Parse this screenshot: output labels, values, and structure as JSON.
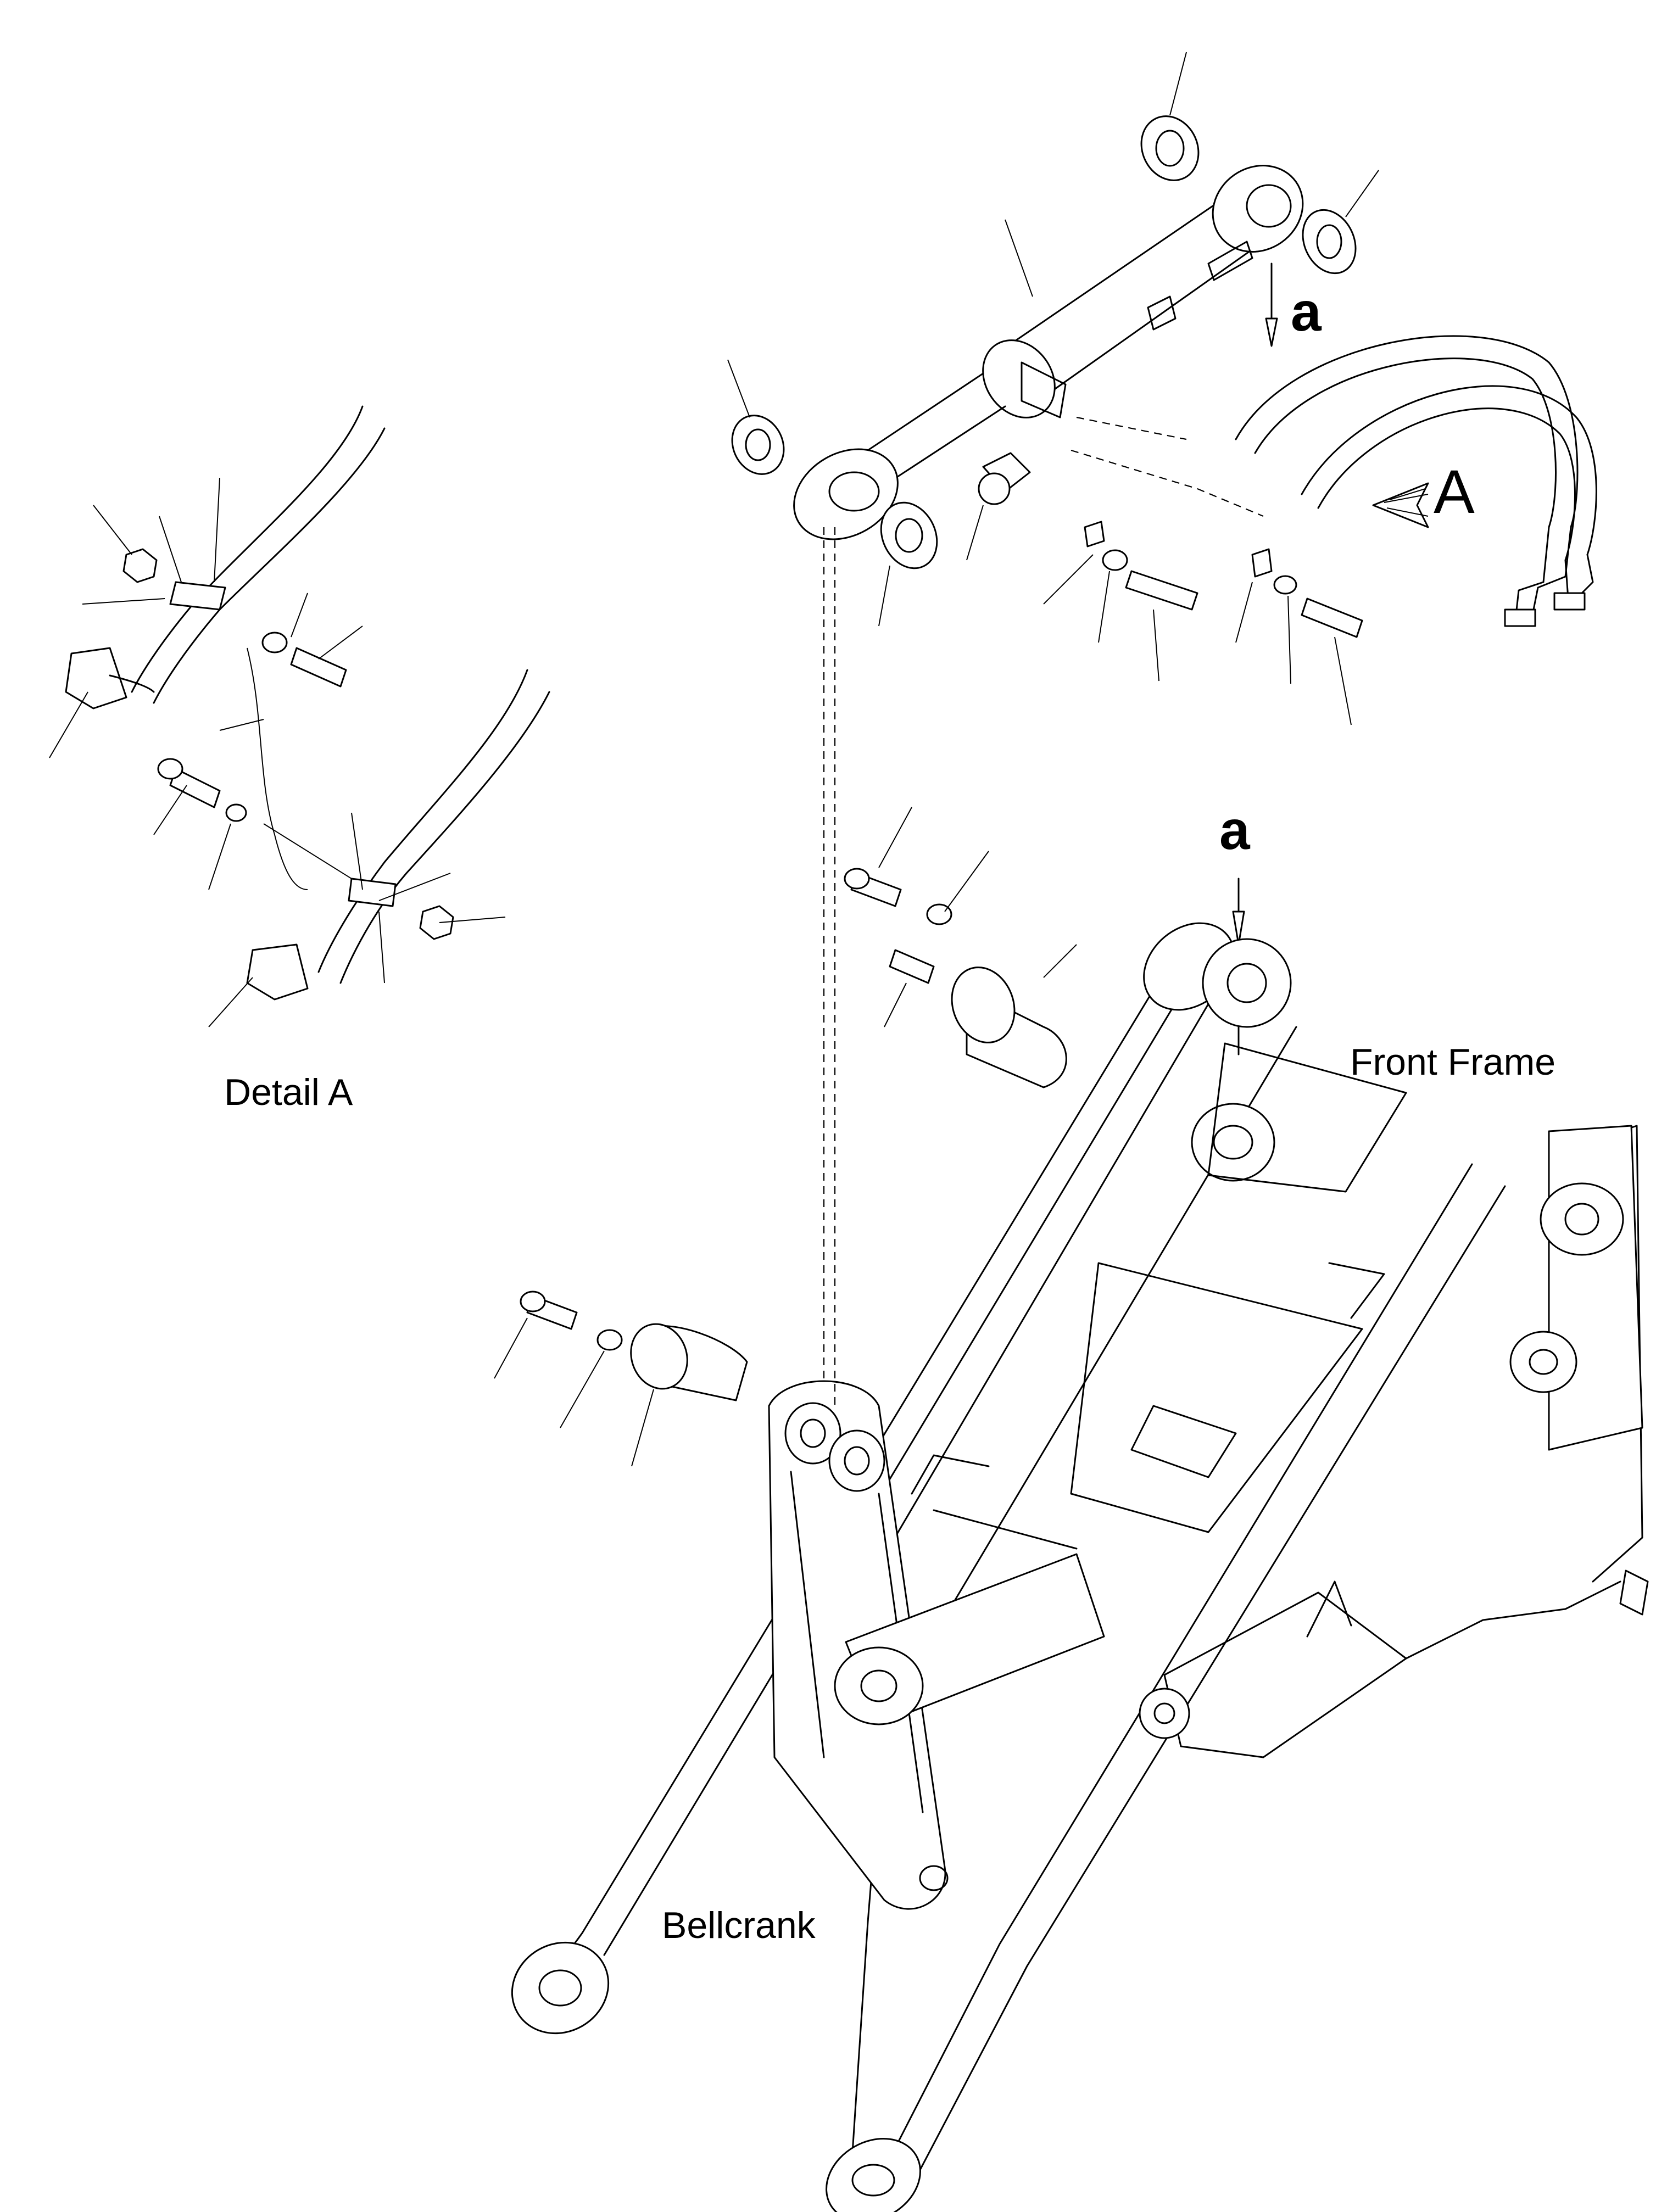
{
  "labels": {
    "detail_a": "Detail A",
    "front_frame": "Front Frame",
    "bellcrank": "Bellcrank",
    "view_a_top": "a",
    "view_a_mid": "a",
    "detail_a_arrow": "A"
  },
  "colors": {
    "line": "#000000",
    "background": "#ffffff"
  }
}
